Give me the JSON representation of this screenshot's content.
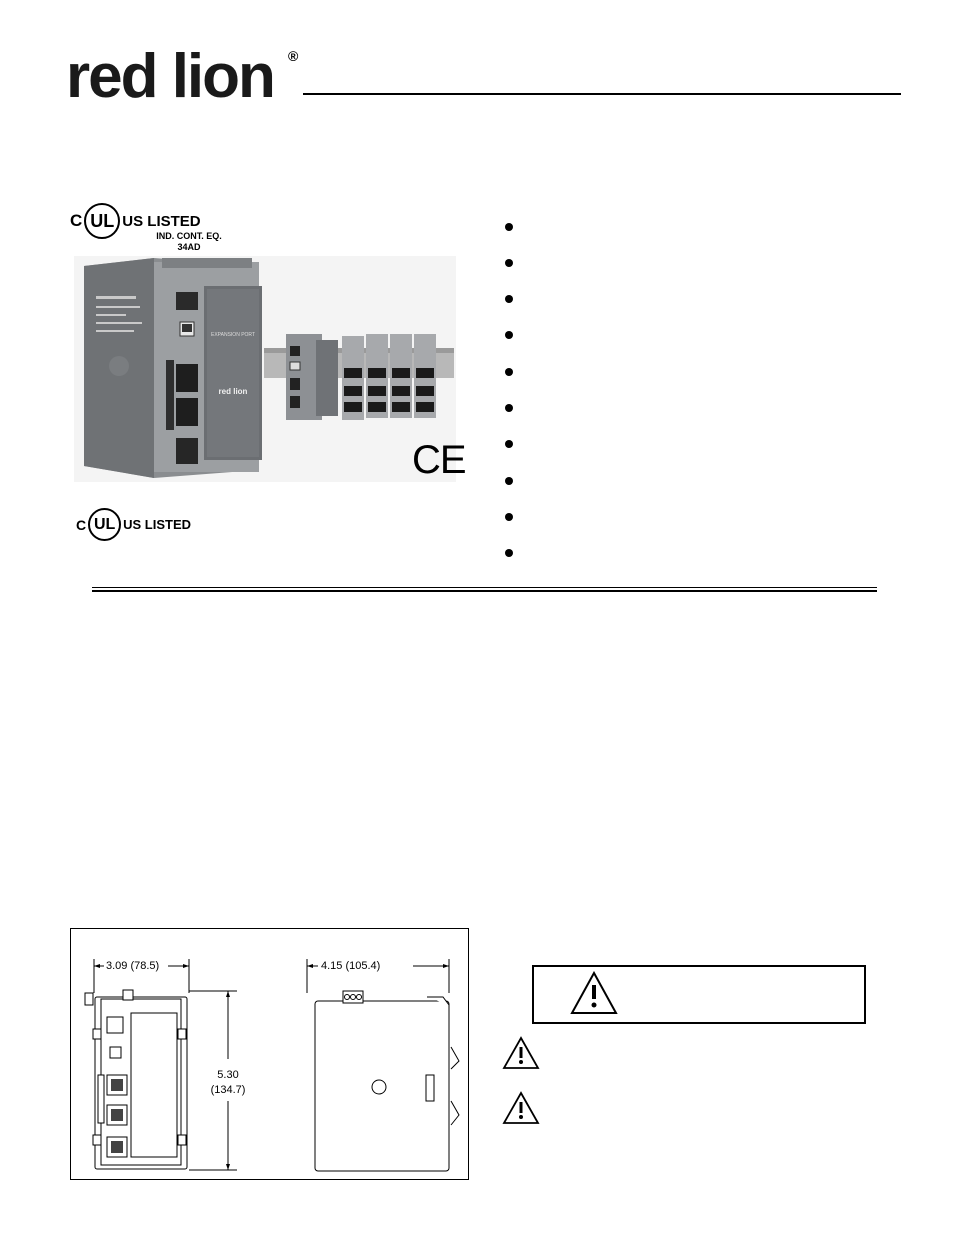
{
  "logo": {
    "text": "red lion",
    "registered": "®"
  },
  "ul_listed_top": {
    "c": "C",
    "ul": "UL",
    "us_listed": "US LISTED",
    "line1": "IND. CONT. EQ.",
    "line2": "34AD"
  },
  "ul_listed_bottom": {
    "c": "C",
    "ul": "UL",
    "us_listed": "US LISTED"
  },
  "ce_mark": "CE",
  "photo": {
    "front_labels": [
      "EXPANSION PORT"
    ],
    "front_logo": "red lion"
  },
  "bullet_count": 10,
  "dimensions": {
    "width_front": "3.09 (78.5)",
    "width_side": "4.15 (105.4)",
    "height_value": "5.30",
    "height_metric": "(134.7)"
  },
  "icons": [
    "warning-triangle-icon",
    "warning-triangle-icon",
    "warning-triangle-icon"
  ],
  "colors": {
    "rule": "#000000",
    "photo_background": "#f4f4f4",
    "device_gray": "#8a8d90"
  }
}
